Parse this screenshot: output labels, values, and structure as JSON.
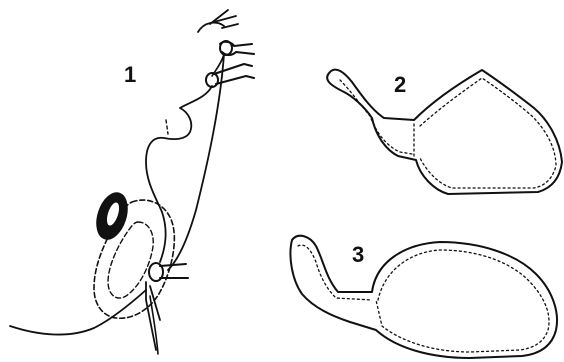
{
  "figure": {
    "panel_labels": [
      "1",
      "2",
      "3"
    ]
  },
  "colors": {
    "ink": "#111111",
    "background": "#ffffff"
  }
}
